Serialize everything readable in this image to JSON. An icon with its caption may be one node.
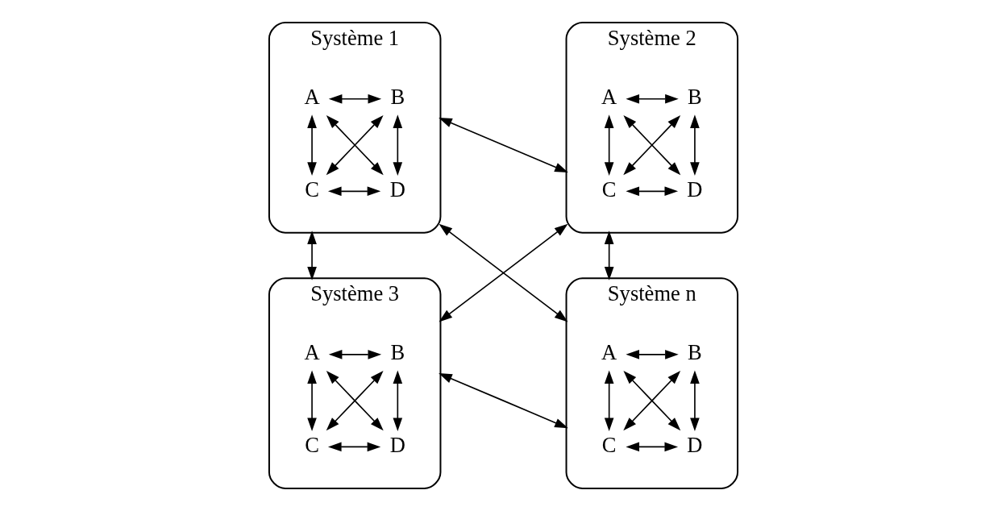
{
  "diagram": {
    "nodes": [
      {
        "text": [
          "Système 1"
        ]
      },
      {
        "text": [
          "A"
        ],
        "in": 0
      },
      {
        "text": [
          "B"
        ],
        "in": 0
      },
      {
        "text": [
          "C"
        ],
        "in": 0
      },
      {
        "text": [
          "D"
        ],
        "in": 0
      },
      {
        "text": [
          "Système 2"
        ]
      },
      {
        "text": [
          "A"
        ],
        "in": 5
      },
      {
        "text": [
          "B"
        ],
        "in": 5
      },
      {
        "text": [
          "C"
        ],
        "in": 5
      },
      {
        "text": [
          "D"
        ],
        "in": 5
      },
      {
        "text": [
          "Système 3"
        ]
      },
      {
        "text": [
          "A"
        ],
        "in": 10
      },
      {
        "text": [
          "B"
        ],
        "in": 10
      },
      {
        "text": [
          "C"
        ],
        "in": 10
      },
      {
        "text": [
          "D"
        ],
        "in": 10
      },
      {
        "text": [
          "Système n"
        ]
      },
      {
        "text": [
          "A"
        ],
        "in": 15
      },
      {
        "text": [
          "B"
        ],
        "in": 15
      },
      {
        "text": [
          "C"
        ],
        "in": 15
      },
      {
        "text": [
          "D"
        ],
        "in": 15
      }
    ],
    "edges": [
      {
        "from": 1,
        "to": 2,
        "arrow": "both"
      },
      {
        "from": 1,
        "to": 3,
        "arrow": "both"
      },
      {
        "from": 2,
        "to": 4,
        "arrow": "both"
      },
      {
        "from": 1,
        "to": 4,
        "arrow": "both"
      },
      {
        "from": 2,
        "to": 3,
        "arrow": "both"
      },
      {
        "from": 3,
        "to": 4,
        "arrow": "both"
      },
      {
        "from": 6,
        "to": 7,
        "arrow": "both"
      },
      {
        "from": 6,
        "to": 8,
        "arrow": "both"
      },
      {
        "from": 7,
        "to": 9,
        "arrow": "both"
      },
      {
        "from": 6,
        "to": 9,
        "arrow": "both"
      },
      {
        "from": 7,
        "to": 8,
        "arrow": "both"
      },
      {
        "from": 8,
        "to": 9,
        "arrow": "both"
      },
      {
        "from": 11,
        "to": 12,
        "arrow": "both"
      },
      {
        "from": 11,
        "to": 13,
        "arrow": "both"
      },
      {
        "from": 12,
        "to": 14,
        "arrow": "both"
      },
      {
        "from": 11,
        "to": 14,
        "arrow": "both"
      },
      {
        "from": 12,
        "to": 13,
        "arrow": "both"
      },
      {
        "from": 13,
        "to": 14,
        "arrow": "both"
      },
      {
        "from": 16,
        "to": 17,
        "arrow": "both"
      },
      {
        "from": 16,
        "to": 18,
        "arrow": "both"
      },
      {
        "from": 17,
        "to": 19,
        "arrow": "both"
      },
      {
        "from": 16,
        "to": 19,
        "arrow": "both"
      },
      {
        "from": 17,
        "to": 18,
        "arrow": "both"
      },
      {
        "from": 18,
        "to": 19,
        "arrow": "both"
      },
      {
        "from": 0,
        "to": 5,
        "arrow": "both"
      },
      {
        "from": 0,
        "to": 10,
        "arrow": "both"
      },
      {
        "from": 0,
        "to": 15,
        "arrow": "both"
      },
      {
        "from": 5,
        "to": 10,
        "arrow": "both"
      },
      {
        "from": 5,
        "to": 15,
        "arrow": "both"
      },
      {
        "from": 10,
        "to": 15,
        "arrow": "both"
      }
    ]
  }
}
